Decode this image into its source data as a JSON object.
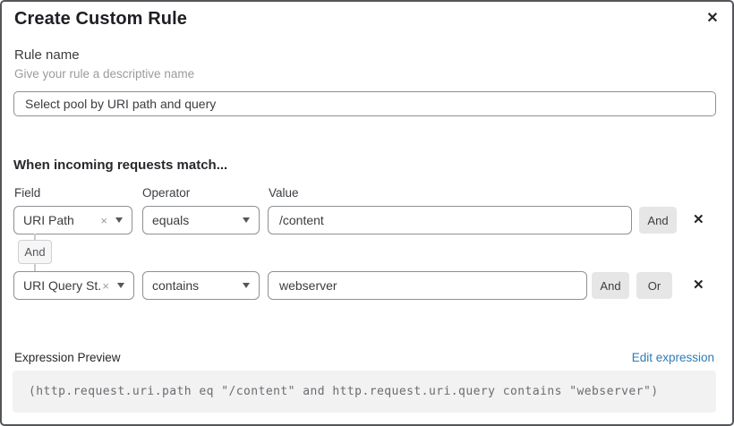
{
  "dialog": {
    "title": "Create Custom Rule"
  },
  "icons": {
    "close": "✕",
    "clear": "×",
    "delete": "✕"
  },
  "rule_name": {
    "label": "Rule name",
    "helper": "Give your rule a descriptive name",
    "value": "Select pool by URI path and query"
  },
  "matcher": {
    "heading": "When incoming requests match...",
    "columns": {
      "field": "Field",
      "operator": "Operator",
      "value": "Value"
    },
    "connector_label": "And",
    "rows": [
      {
        "field": "URI Path",
        "operator": "equals",
        "value": "/content",
        "and_label": "And"
      },
      {
        "field": "URI Query St...",
        "operator": "contains",
        "value": "webserver",
        "and_label": "And",
        "or_label": "Or"
      }
    ]
  },
  "expression": {
    "label": "Expression Preview",
    "edit_link": "Edit expression",
    "code": "(http.request.uri.path eq \"/content\" and http.request.uri.query contains \"webserver\")"
  }
}
